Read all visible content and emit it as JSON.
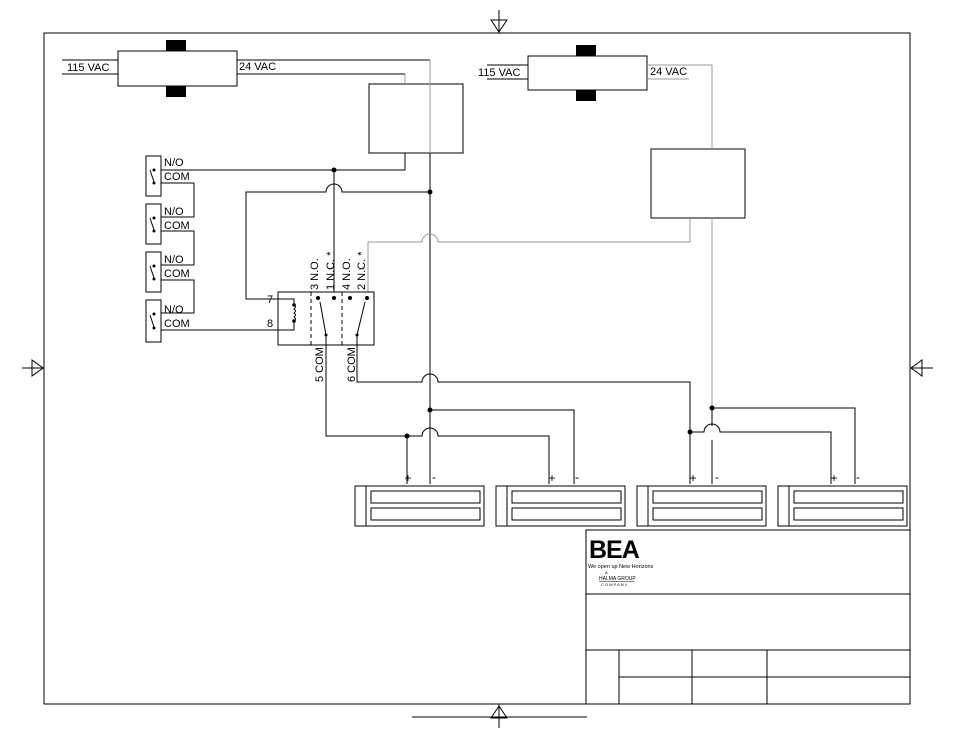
{
  "transformers": [
    {
      "input_label": "115 VAC",
      "output_label": "24  VAC"
    },
    {
      "input_label": "115 VAC",
      "output_label": "24  VAC"
    }
  ],
  "switches": [
    {
      "no_label": "N/O",
      "com_label": "COM"
    },
    {
      "no_label": "N/O",
      "com_label": "COM"
    },
    {
      "no_label": "N/O",
      "com_label": "COM"
    },
    {
      "no_label": "N/O",
      "com_label": "COM"
    }
  ],
  "relay": {
    "terminal_top": "7",
    "terminal_bottom": "8",
    "contacts_top": [
      "3  N.O.",
      "1  N.C. *",
      "4  N.O.",
      "2  N.C. *"
    ],
    "contacts_bottom": [
      "5  COM",
      "6  COM"
    ]
  },
  "locks": [
    {
      "plus": "+",
      "minus": "-"
    },
    {
      "plus": "+",
      "minus": "-"
    },
    {
      "plus": "+",
      "minus": "-"
    },
    {
      "plus": "+",
      "minus": "-"
    }
  ],
  "title_block": {
    "logo": "BEA",
    "tagline": "We open up New Horizons",
    "parent_small": "A",
    "parent_name": "HALMA GROUP",
    "parent_sub": "C O M P A N Y"
  },
  "colors": {
    "line": "#000000",
    "wire_gray": "#9a9a9a",
    "background": "#ffffff"
  }
}
